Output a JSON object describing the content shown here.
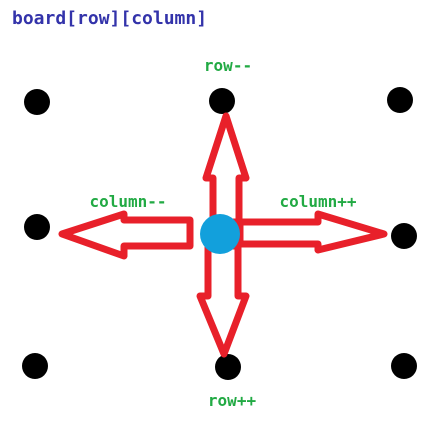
{
  "title": "board[row][column]",
  "labels": {
    "up": "row--",
    "down": "row++",
    "left": "column--",
    "right": "column++"
  },
  "colors": {
    "title": "#3333aa",
    "label": "#22aa44",
    "arrow": "#e8202a",
    "center_dot": "#12a0dc",
    "dot": "#000000"
  }
}
